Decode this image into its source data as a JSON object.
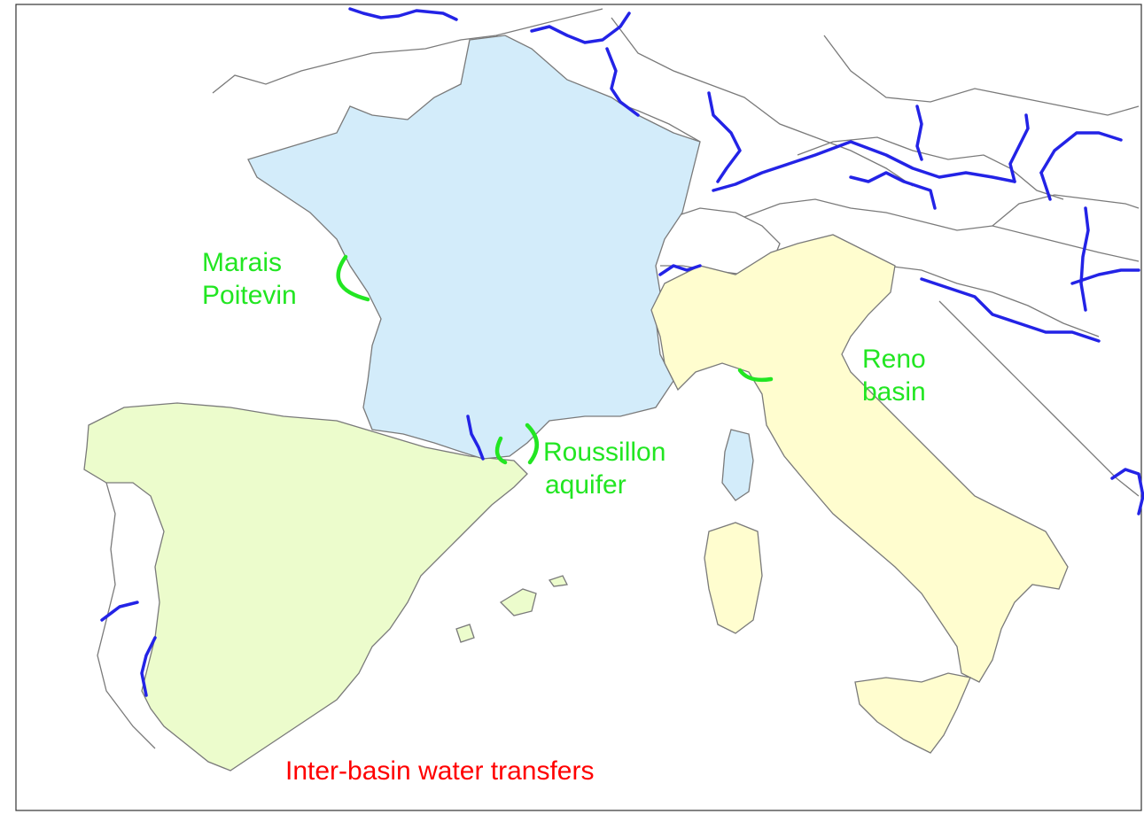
{
  "map": {
    "colors": {
      "france": "#d3ecfa",
      "spain": "#ecfccc",
      "italy": "#fffdcf",
      "border": "#7a7a7a",
      "river": "#2323e6",
      "highlight": "#22e622",
      "caption": "#ff0000"
    },
    "areas": [
      {
        "label_lines": [
          "Marais",
          "Poitevin"
        ]
      },
      {
        "label_lines": [
          "Roussillon",
          "aquifer"
        ]
      },
      {
        "label_lines": [
          "Reno",
          "basin"
        ]
      }
    ],
    "caption": "Inter-basin water transfers"
  }
}
